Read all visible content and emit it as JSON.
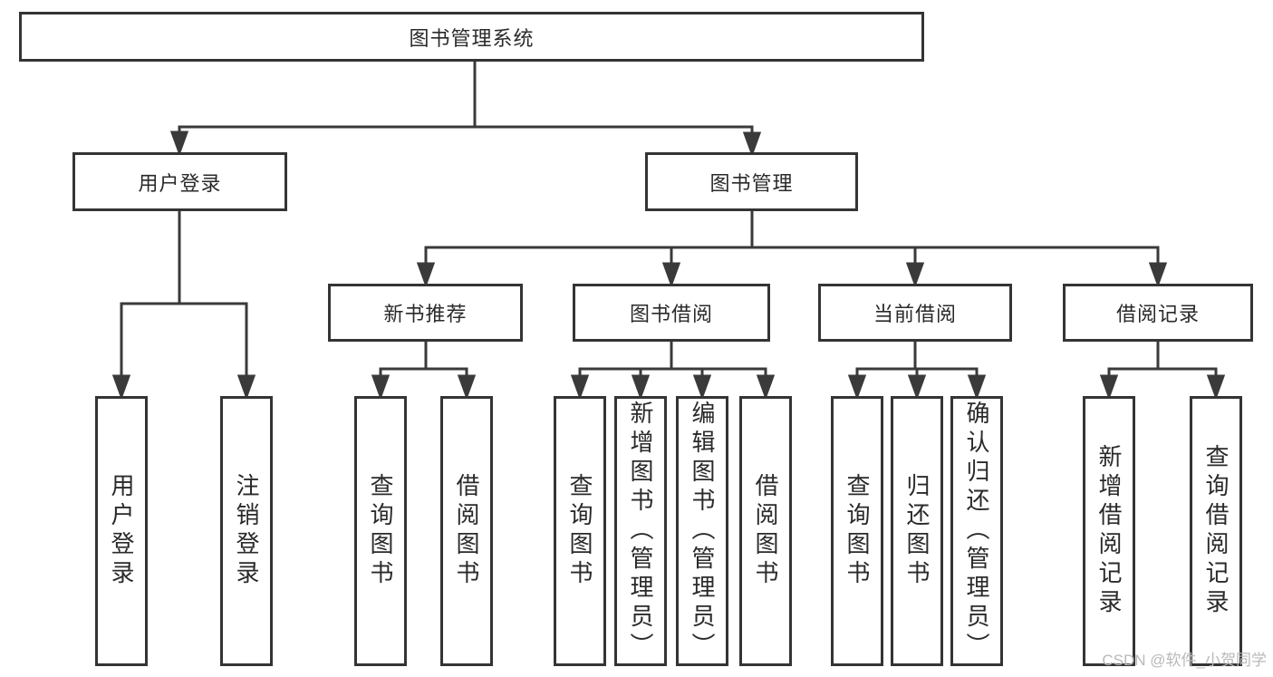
{
  "page": {
    "background": "#ffffff"
  },
  "colors": {
    "line": "#3a3a3a",
    "box_border": "#343434",
    "text": "#2a2a2a",
    "watermark": "#b9b9b9"
  },
  "watermark": {
    "text": "CSDN @软件_小贺同学"
  },
  "diagram": {
    "type": "hierarchy-tree",
    "root": {
      "label": "图书管理系统"
    },
    "branches": [
      {
        "label": "用户登录",
        "children": [
          {
            "label": "用户登录"
          },
          {
            "label": "注销登录"
          }
        ]
      },
      {
        "label": "图书管理",
        "children": [
          {
            "label": "新书推荐",
            "children": [
              {
                "label": "查询图书"
              },
              {
                "label": "借阅图书"
              }
            ]
          },
          {
            "label": "图书借阅",
            "children": [
              {
                "label": "查询图书"
              },
              {
                "label": "新增图书（管理员）"
              },
              {
                "label": "编辑图书（管理员）"
              },
              {
                "label": "借阅图书"
              }
            ]
          },
          {
            "label": "当前借阅",
            "children": [
              {
                "label": "查询图书"
              },
              {
                "label": "归还图书"
              },
              {
                "label": "确认归还（管理员）"
              }
            ]
          },
          {
            "label": "借阅记录",
            "children": [
              {
                "label": "新增借阅记录"
              },
              {
                "label": "查询借阅记录"
              }
            ]
          }
        ]
      }
    ]
  }
}
